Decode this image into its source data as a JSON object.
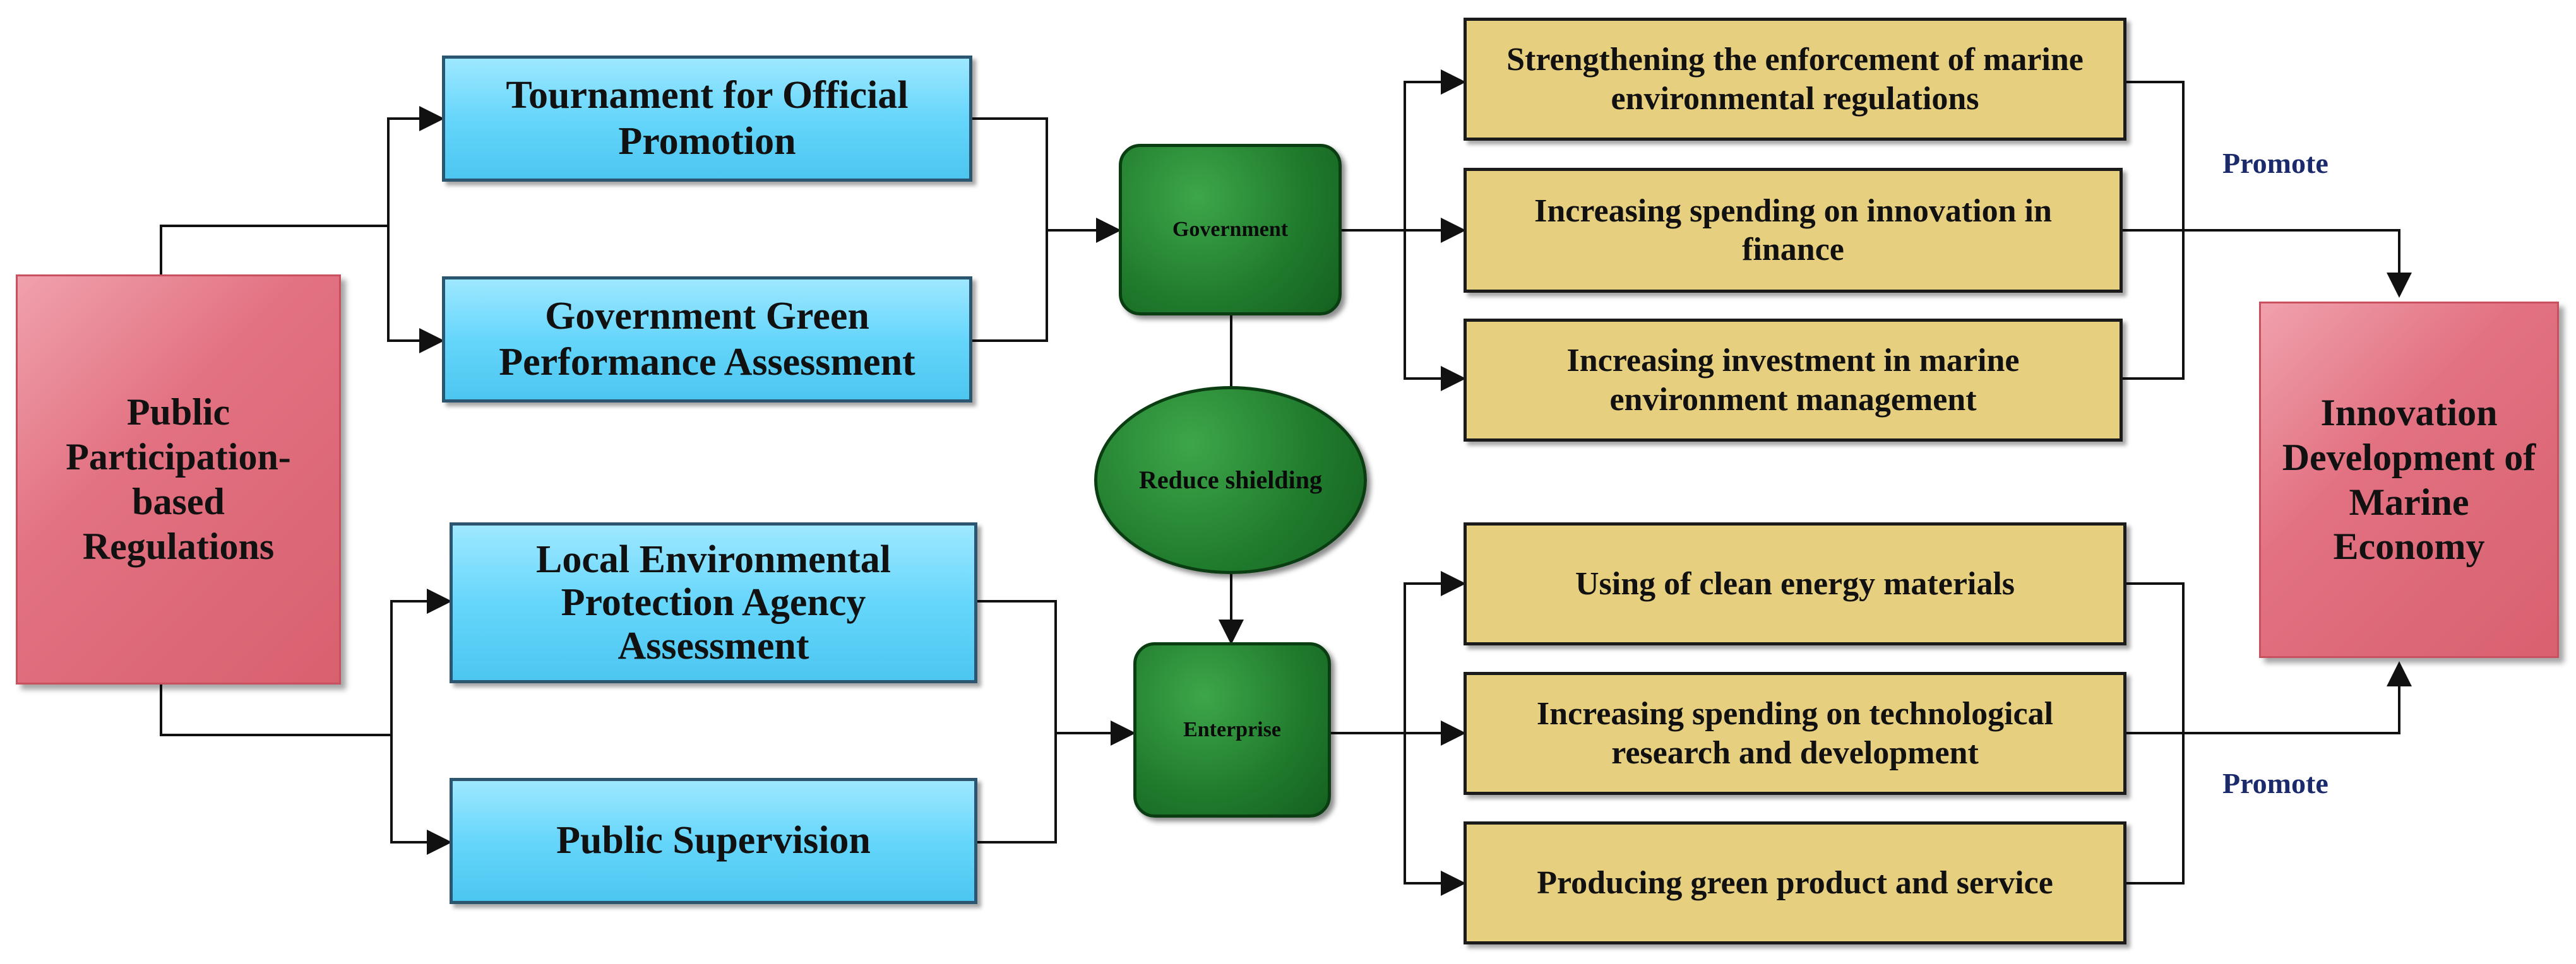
{
  "left": {
    "label": "Public Participation-based Regulations"
  },
  "right": {
    "label": "Innovation Development of Marine Economy"
  },
  "mechanisms": {
    "tournament": "Tournament for Official Promotion",
    "green_assessment": "Government Green Performance Assessment",
    "local_agency": "Local Environmental Protection Agency Assessment",
    "public_supervision": "Public Supervision"
  },
  "actors": {
    "government": "Government",
    "enterprise": "Enterprise",
    "reduce_shielding": "Reduce shielding"
  },
  "government_actions": [
    "Strengthening the enforcement of marine environmental regulations",
    "Increasing spending on innovation in finance",
    "Increasing investment in marine environment management"
  ],
  "enterprise_actions": [
    "Using of clean energy materials",
    "Increasing spending on technological research and development",
    "Producing green product and service"
  ],
  "promote_labels": [
    "Promote",
    "Promote"
  ],
  "colors": {
    "pink": "#e27181",
    "blue": "#66d6fb",
    "gold": "#e7cf80",
    "green": "#1f7a2c",
    "promote_text": "#1a2a6a"
  }
}
